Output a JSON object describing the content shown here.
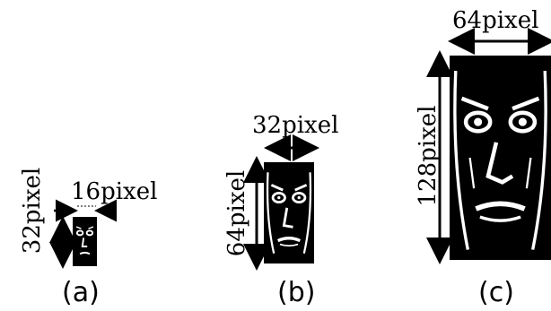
{
  "panels": [
    {
      "caption": "(a)",
      "width_label": "16pixel",
      "height_label": "32pixel"
    },
    {
      "caption": "(b)",
      "width_label": "32pixel",
      "height_label": "64pixel"
    },
    {
      "caption": "(c)",
      "width_label": "64pixel",
      "height_label": "128pixel"
    }
  ],
  "colors": {
    "background": "#ffffff",
    "ink": "#000000",
    "face_bg": "#000000",
    "face_fg": "#ffffff"
  }
}
